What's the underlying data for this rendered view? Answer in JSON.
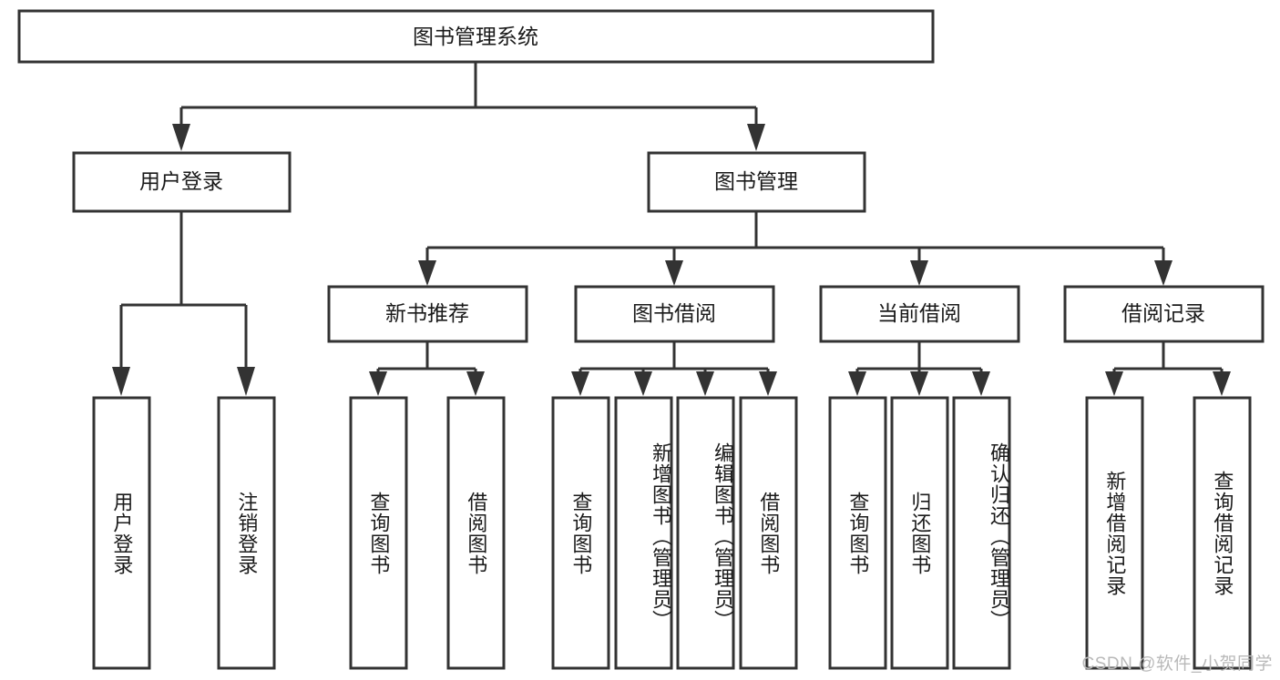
{
  "diagram": {
    "title": "图书管理系统",
    "type": "tree-hierarchy",
    "root": {
      "id": "root",
      "label": "图书管理系统"
    },
    "level2": [
      {
        "id": "user-login",
        "label": "用户登录"
      },
      {
        "id": "book-manage",
        "label": "图书管理"
      }
    ],
    "level3": [
      {
        "id": "new-book-rec",
        "label": "新书推荐",
        "parent": "book-manage"
      },
      {
        "id": "book-borrow",
        "label": "图书借阅",
        "parent": "book-manage"
      },
      {
        "id": "current-borrow",
        "label": "当前借阅",
        "parent": "book-manage"
      },
      {
        "id": "borrow-record",
        "label": "借阅记录",
        "parent": "book-manage"
      }
    ],
    "leaves": [
      {
        "id": "leaf-user-login",
        "label": "用户登录",
        "parent": "user-login"
      },
      {
        "id": "leaf-logout",
        "label": "注销登录",
        "parent": "user-login"
      },
      {
        "id": "leaf-query-book-1",
        "label": "查询图书",
        "parent": "new-book-rec"
      },
      {
        "id": "leaf-borrow-book-1",
        "label": "借阅图书",
        "parent": "new-book-rec"
      },
      {
        "id": "leaf-query-book-2",
        "label": "查询图书",
        "parent": "book-borrow"
      },
      {
        "id": "leaf-add-book",
        "label": "新增图书（管理员）",
        "parent": "book-borrow"
      },
      {
        "id": "leaf-edit-book",
        "label": "编辑图书（管理员）",
        "parent": "book-borrow"
      },
      {
        "id": "leaf-borrow-book-2",
        "label": "借阅图书",
        "parent": "book-borrow"
      },
      {
        "id": "leaf-query-book-3",
        "label": "查询图书",
        "parent": "current-borrow"
      },
      {
        "id": "leaf-return-book",
        "label": "归还图书",
        "parent": "current-borrow"
      },
      {
        "id": "leaf-confirm-return",
        "label": "确认归还（管理员）",
        "parent": "current-borrow"
      },
      {
        "id": "leaf-add-record",
        "label": "新增借阅记录",
        "parent": "borrow-record"
      },
      {
        "id": "leaf-query-record",
        "label": "查询借阅记录",
        "parent": "borrow-record"
      }
    ]
  },
  "watermark": {
    "text": "CSDN @软件_小贺同学"
  },
  "colors": {
    "stroke": "#333333",
    "fill": "#ffffff",
    "text": "#1a1a1a",
    "watermark": "#b9b9b9"
  }
}
